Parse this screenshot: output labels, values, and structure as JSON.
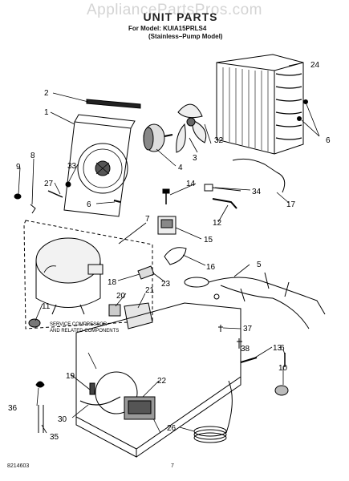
{
  "watermark": "AppliancePartsPros.com",
  "title": "UNIT PARTS",
  "model_line": "For Model: KUIA15PRLS4",
  "model_desc": "(Stainless–Pump Model)",
  "callouts": [
    "1",
    "2",
    "3",
    "4",
    "5",
    "6",
    "6",
    "6",
    "7",
    "8",
    "9",
    "10",
    "11",
    "12",
    "13",
    "14",
    "15",
    "16",
    "17",
    "18",
    "19",
    "20",
    "21",
    "22",
    "23",
    "24",
    "26",
    "27",
    "30",
    "32",
    "33",
    "34",
    "35",
    "36",
    "37",
    "38"
  ],
  "service_note_line1": "SERVICE COMPRESSOR",
  "service_note_line2": "AND RELATED COMPONENTS",
  "footer": {
    "part_number": "8214603",
    "page": "7"
  }
}
